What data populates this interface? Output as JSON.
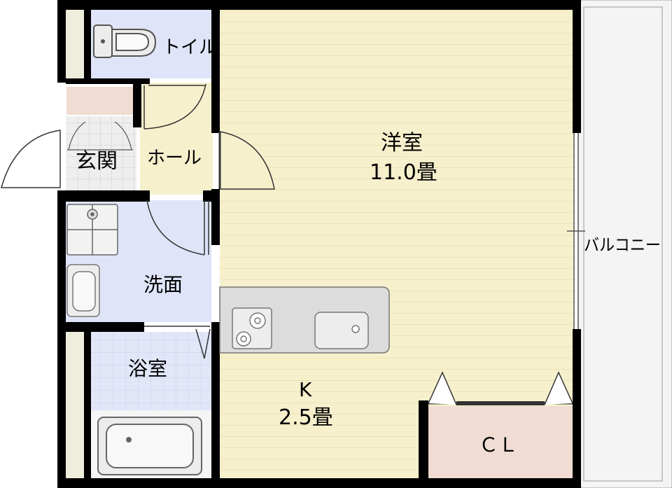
{
  "rooms": {
    "toilet": "トイル",
    "entrance": "玄関",
    "hall": "ホール",
    "washroom": "洗面",
    "bathroom": "浴室",
    "western_room": "洋室",
    "western_room_size": "11.0畳",
    "kitchen": "K",
    "kitchen_size": "2.5畳",
    "closet": "ＣＬ",
    "balcony": "バルコニー"
  },
  "colors": {
    "wall": "#000000",
    "floor_wood": "#f7f0cd",
    "toilet_floor": "#dfe4f8",
    "bath_floor": "#e1e6f8",
    "closet_floor": "#f0dcd2",
    "entrance_tile": "#eeeeee",
    "balcony": "#f4f4f4",
    "counter": "#dcdcdc"
  }
}
